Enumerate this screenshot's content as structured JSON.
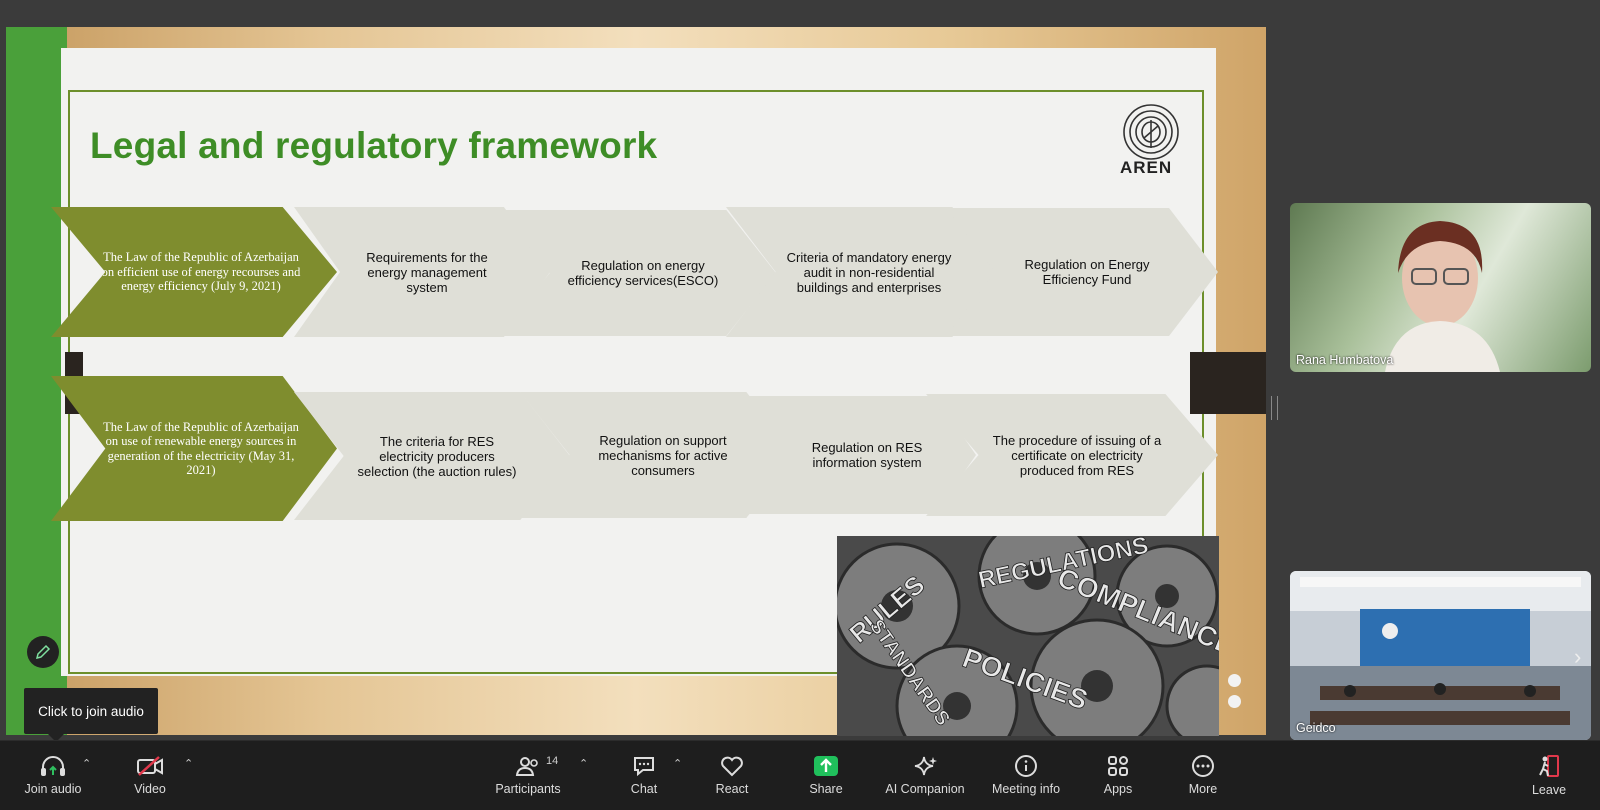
{
  "slide": {
    "title": "Legal and regulatory framework",
    "logo_text": "AREN",
    "row1": [
      "The Law of the Republic of Azerbaijan on efficient use of energy recourses and energy efficiency (July 9, 2021)",
      "Requirements for the energy management system",
      "Regulation on energy efficiency services(ESCO)",
      "Criteria of mandatory energy audit in non-residential buildings and enterprises",
      "Regulation on Energy Efficiency Fund"
    ],
    "row2": [
      "The Law of the Republic of Azerbaijan on use of renewable energy sources in generation of the electricity (May 31, 2021)",
      "The criteria for RES electricity producers selection (the auction rules)",
      "Regulation on support mechanisms for active consumers",
      "Regulation on RES information system",
      "The procedure of issuing of a certificate on electricity produced from RES"
    ],
    "image_words": [
      "RULES",
      "REGULATIONS",
      "COMPLIANCE",
      "STANDARDS",
      "POLICIES"
    ]
  },
  "tooltip": "Click to join audio",
  "participants": [
    {
      "name": "Rana Humbatova"
    },
    {
      "name": "Geidco"
    }
  ],
  "toolbar": {
    "join_audio": "Join audio",
    "video": "Video",
    "participants": "Participants",
    "participants_count": "14",
    "chat": "Chat",
    "react": "React",
    "share": "Share",
    "ai_companion": "AI Companion",
    "meeting_info": "Meeting info",
    "apps": "Apps",
    "more": "More",
    "leave": "Leave"
  },
  "colors": {
    "accent_green": "#3e8d26",
    "chevron_green": "#7f8d2e",
    "share_green": "#20c05c",
    "leave_red": "#e0384b"
  }
}
